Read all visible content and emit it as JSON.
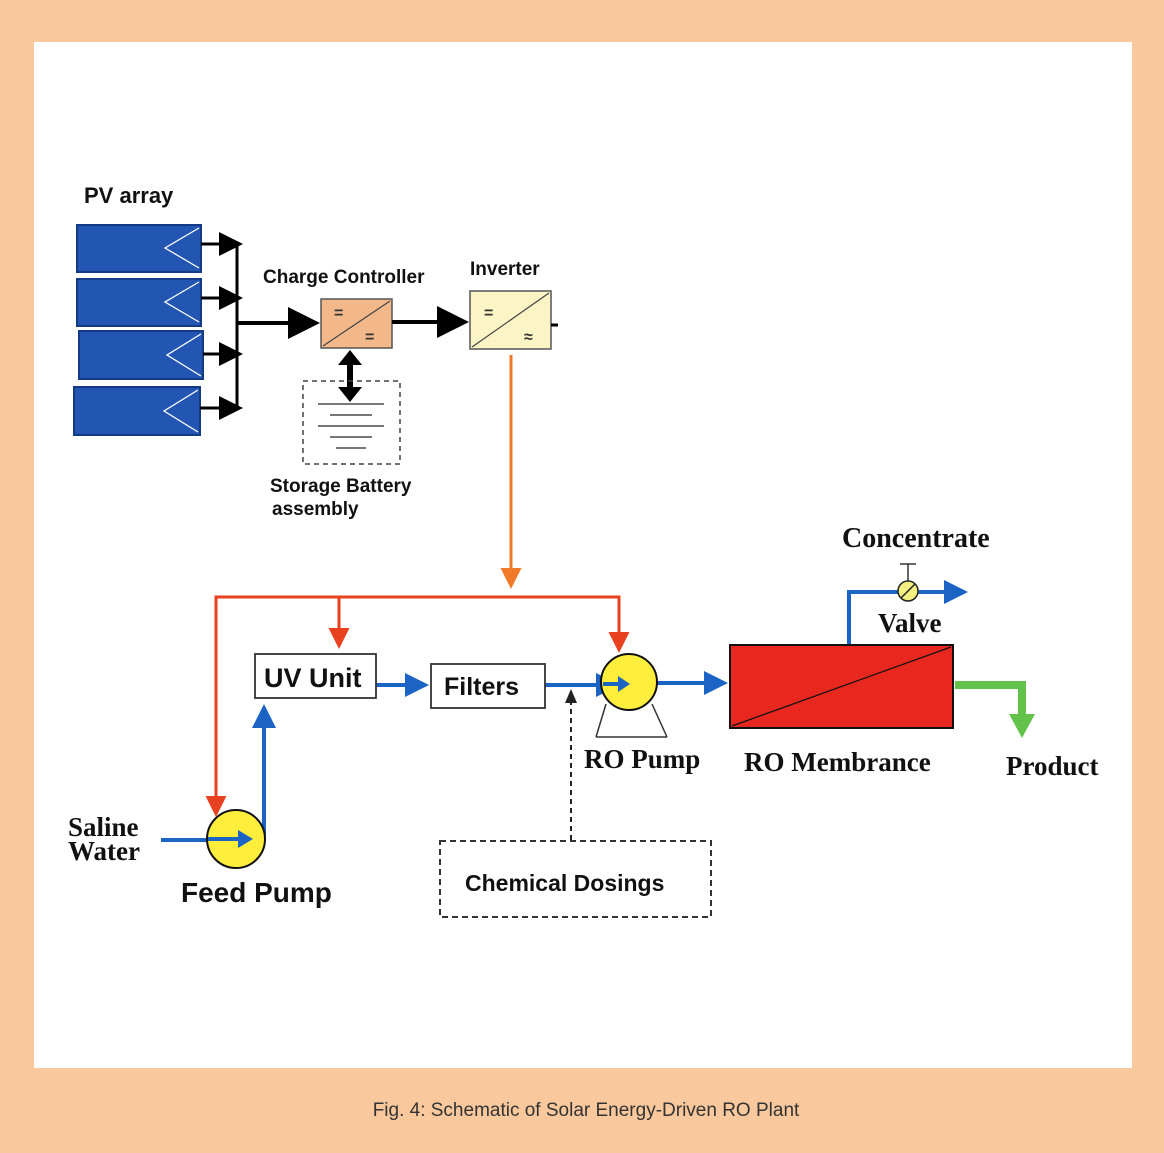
{
  "colors": {
    "frame": "#f9c89c",
    "panel": "#ffffff",
    "pv_blue": "#2356b3",
    "charge_controller": "#f3b88a",
    "inverter": "#fbf4c4",
    "power_line": "#e8411f",
    "power_line_orange": "#f07a2a",
    "water_line": "#1b64c4",
    "product_line": "#62c24a",
    "membrane": "#e8281e",
    "pump_yellow": "#ffee3c"
  },
  "labels": {
    "pv_array": "PV array",
    "charge_controller": "Charge Controller",
    "inverter": "Inverter",
    "storage_battery_line1": "Storage Battery",
    "storage_battery_line2": "assembly",
    "concentrate": "Concentrate",
    "valve": "Valve",
    "uv_unit": "UV Unit",
    "filters": "Filters",
    "ro_pump": "RO Pump",
    "ro_membrance": "RO Membrance",
    "product": "Product",
    "saline_line1": "Saline",
    "saline_line2": "Water",
    "feed_pump": "Feed Pump",
    "chemical_dosings": "Chemical Dosings"
  },
  "symbols": {
    "dc": "=",
    "ac": "≈"
  },
  "caption": "Fig. 4:  Schematic of Solar Energy-Driven RO Plant"
}
